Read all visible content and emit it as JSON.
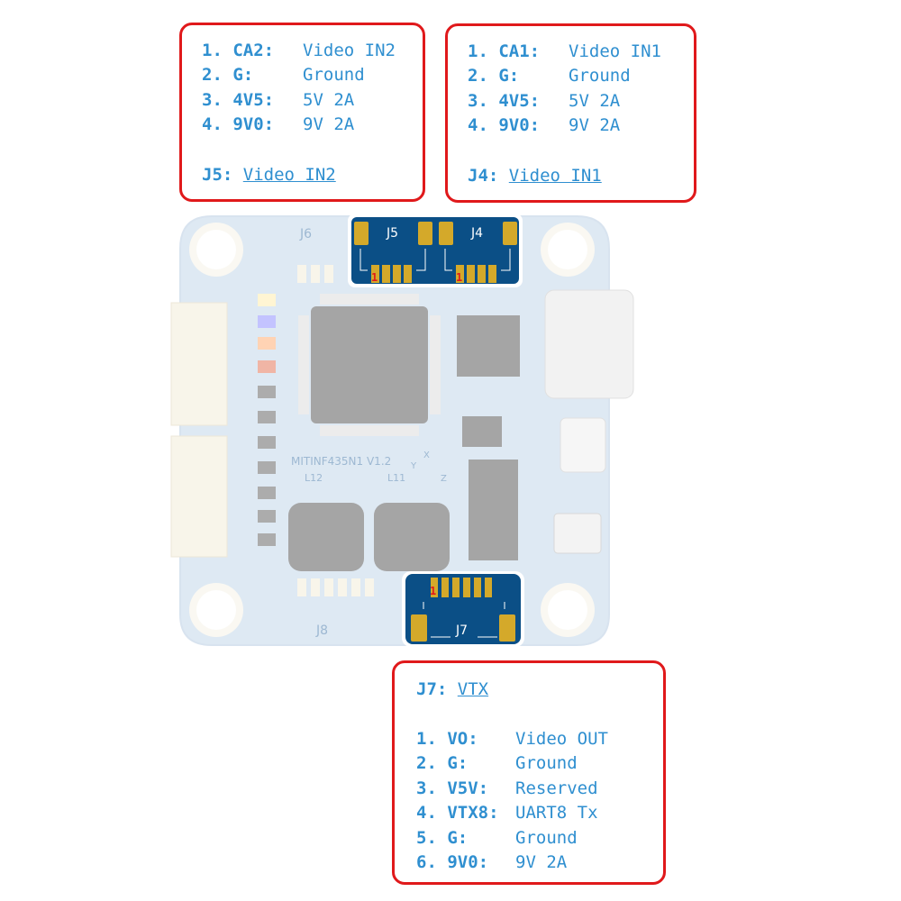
{
  "callouts": {
    "j5": {
      "pins": [
        {
          "num": "1.",
          "name": "CA2:",
          "desc": "Video IN2"
        },
        {
          "num": "2.",
          "name": "G:",
          "desc": "Ground"
        },
        {
          "num": "3.",
          "name": "4V5:",
          "desc": "5V 2A"
        },
        {
          "num": "4.",
          "name": "9V0:",
          "desc": "9V 2A"
        }
      ],
      "connector": "J5:",
      "function": "Video IN2"
    },
    "j4": {
      "pins": [
        {
          "num": "1.",
          "name": "CA1:",
          "desc": "Video IN1"
        },
        {
          "num": "2.",
          "name": "G:",
          "desc": "Ground"
        },
        {
          "num": "3.",
          "name": "4V5:",
          "desc": "5V 2A"
        },
        {
          "num": "4.",
          "name": "9V0:",
          "desc": "9V 2A"
        }
      ],
      "connector": "J4:",
      "function": "Video IN1"
    },
    "j7": {
      "connector": "J7:",
      "function": "VTX",
      "pins": [
        {
          "num": "1.",
          "name": "VO:",
          "desc": "Video OUT"
        },
        {
          "num": "2.",
          "name": "G:",
          "desc": "Ground"
        },
        {
          "num": "3.",
          "name": "V5V:",
          "desc": "Reserved"
        },
        {
          "num": "4.",
          "name": "VTX8:",
          "desc": "UART8 Tx"
        },
        {
          "num": "5.",
          "name": "G:",
          "desc": "Ground"
        },
        {
          "num": "6.",
          "name": "9V0:",
          "desc": "9V 2A"
        }
      ]
    }
  },
  "board": {
    "model": "MITINF435N1 V1.2",
    "labels": {
      "j6": "J6",
      "j5": "J5",
      "j4": "J4",
      "j7": "J7",
      "j8": "J8",
      "l12": "L12",
      "l11": "L11",
      "axis_x": "X",
      "axis_y": "Y",
      "axis_z": "Z",
      "pin1": "1"
    }
  },
  "colors": {
    "callout_border": "#e0191b",
    "callout_text": "#2f8fd0",
    "pcb_blue": "#0b4f86",
    "pad_gold": "#d4a92a",
    "pin1_red": "#e0191b",
    "board_faded": "#dce8f3"
  }
}
